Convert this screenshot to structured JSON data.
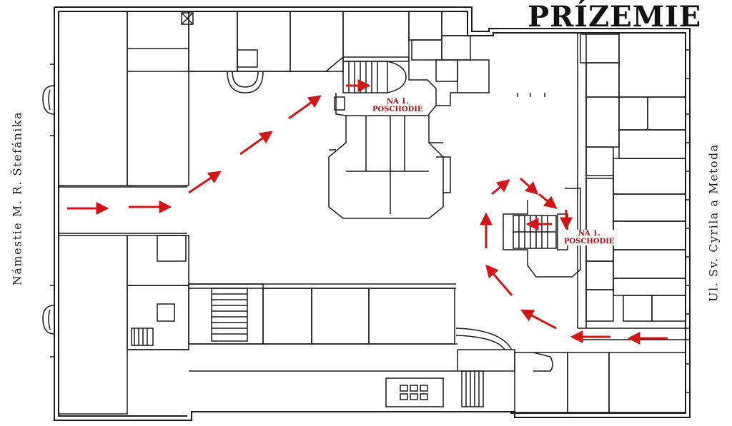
{
  "map": {
    "title": "PRÍZEMIE",
    "labels": {
      "left_street": "Námestie M. R. Štefánika",
      "right_street": "Ul. Sv. Cyrila a Metoda",
      "stair_a_line1": "NA 1.",
      "stair_a_line2": "POSCHODIE",
      "stair_b_line1": "NA 1.",
      "stair_b_line2": "POSCHODIE"
    },
    "colors": {
      "walls": "#1a1a1a",
      "route_arrow": "#d41414",
      "label_text": "#a31010"
    },
    "legend": "none"
  }
}
